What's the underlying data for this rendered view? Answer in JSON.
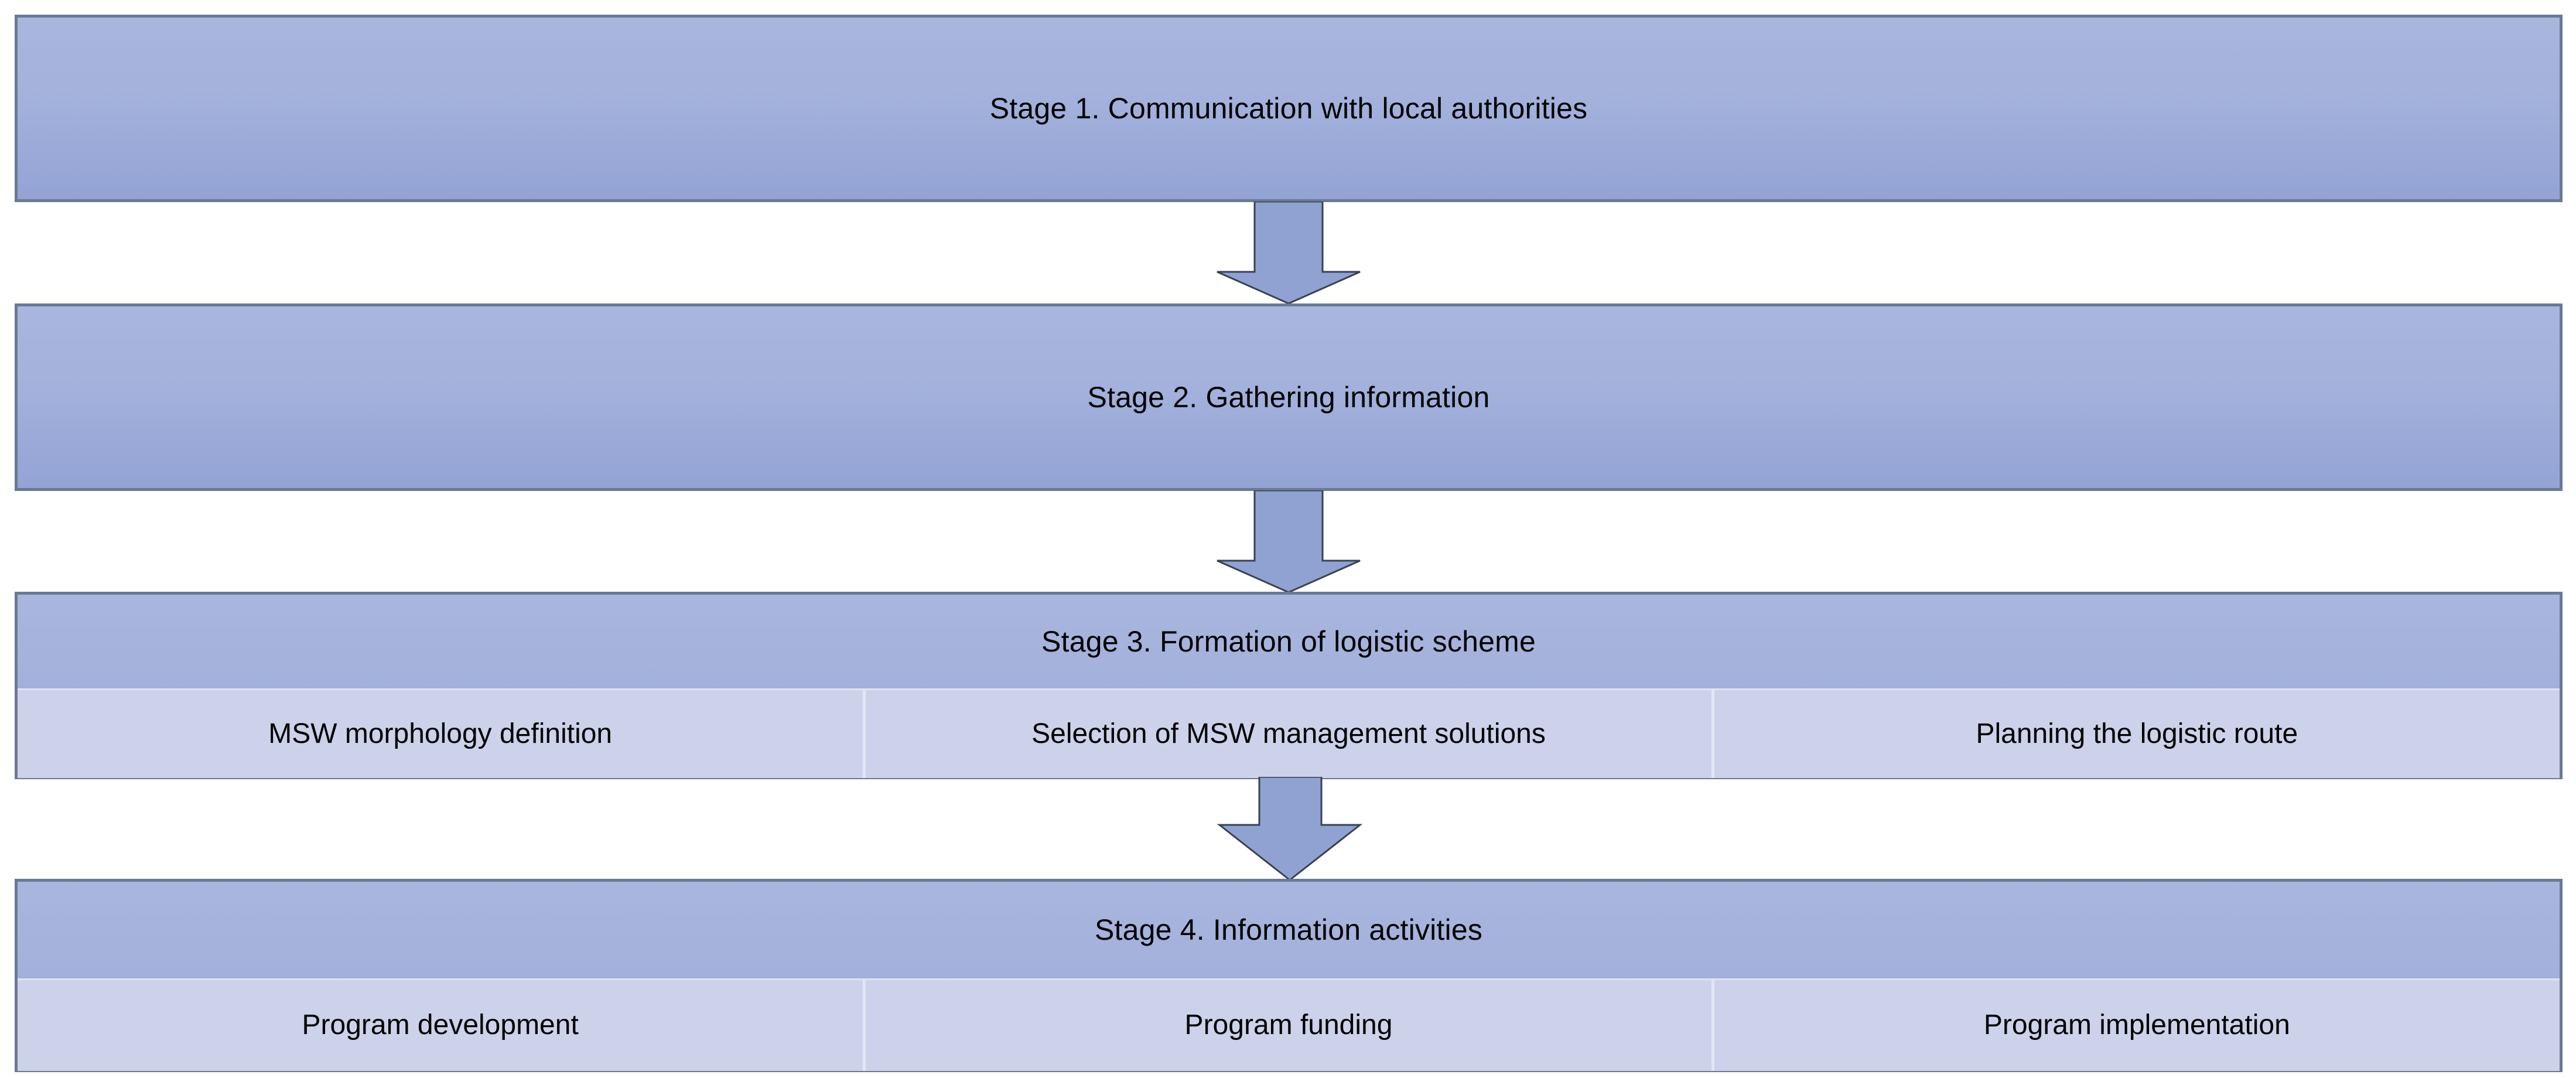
{
  "diagram": {
    "title": "MSW logistics program stages flowchart",
    "colors": {
      "box_fill_top": "#a9b6de",
      "box_fill_bottom": "#93a3d4",
      "box_border": "#6b7a92",
      "subrow_fill": "#ccd2ea",
      "subrow_divider": "#e3e7f5",
      "arrow_fill": "#8fa2d2",
      "arrow_border": "#3a4252",
      "text": "#000000",
      "background": "#ffffff"
    },
    "stages": [
      {
        "id": "stage-1",
        "title": "Stage 1. Communication with local authorities",
        "subitems": []
      },
      {
        "id": "stage-2",
        "title": "Stage 2. Gathering information",
        "subitems": []
      },
      {
        "id": "stage-3",
        "title": "Stage 3. Formation of logistic scheme",
        "subitems": [
          "MSW morphology definition",
          "Selection of MSW management solutions",
          "Planning the logistic route"
        ]
      },
      {
        "id": "stage-4",
        "title": "Stage 4. Information activities",
        "subitems": [
          "Program development",
          "Program funding",
          "Program implementation"
        ]
      }
    ],
    "connectors": [
      {
        "id": "connector-1-2",
        "from": "stage-1",
        "to": "stage-2",
        "shape": "down-arrow"
      },
      {
        "id": "connector-2-3",
        "from": "stage-2",
        "to": "stage-3",
        "shape": "down-arrow"
      },
      {
        "id": "connector-3-4",
        "from": "stage-3",
        "to": "stage-4",
        "shape": "down-arrow"
      }
    ]
  }
}
